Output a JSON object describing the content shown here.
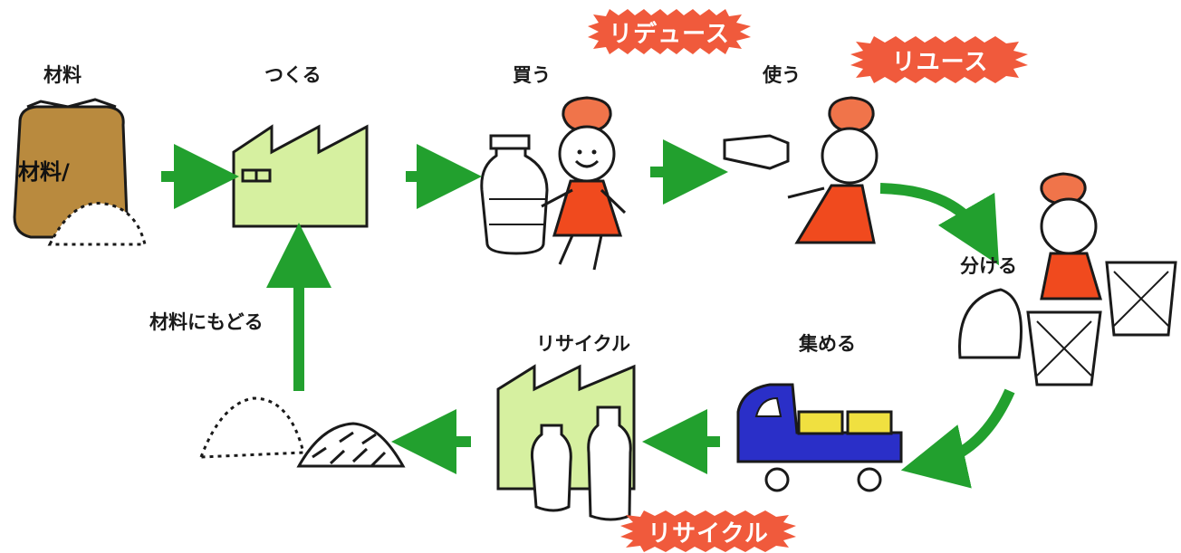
{
  "labels": {
    "material": "材料",
    "make": "つくる",
    "buy": "買う",
    "use": "使う",
    "separate": "分ける",
    "collect": "集める",
    "recycle": "リサイクル",
    "return_material": "材料にもどる"
  },
  "bag_text": "材料/",
  "badges": {
    "reduce": "リデュース",
    "reuse": "リユース",
    "recycle": "リサイクル"
  },
  "colors": {
    "arrow": "#22a02e",
    "badge": "#f05a3c",
    "factory": "#d6f0a0",
    "bag": "#b98a3e",
    "dress": "#f04a1e",
    "truck": "#2a2fc8",
    "crate": "#f0e040"
  }
}
